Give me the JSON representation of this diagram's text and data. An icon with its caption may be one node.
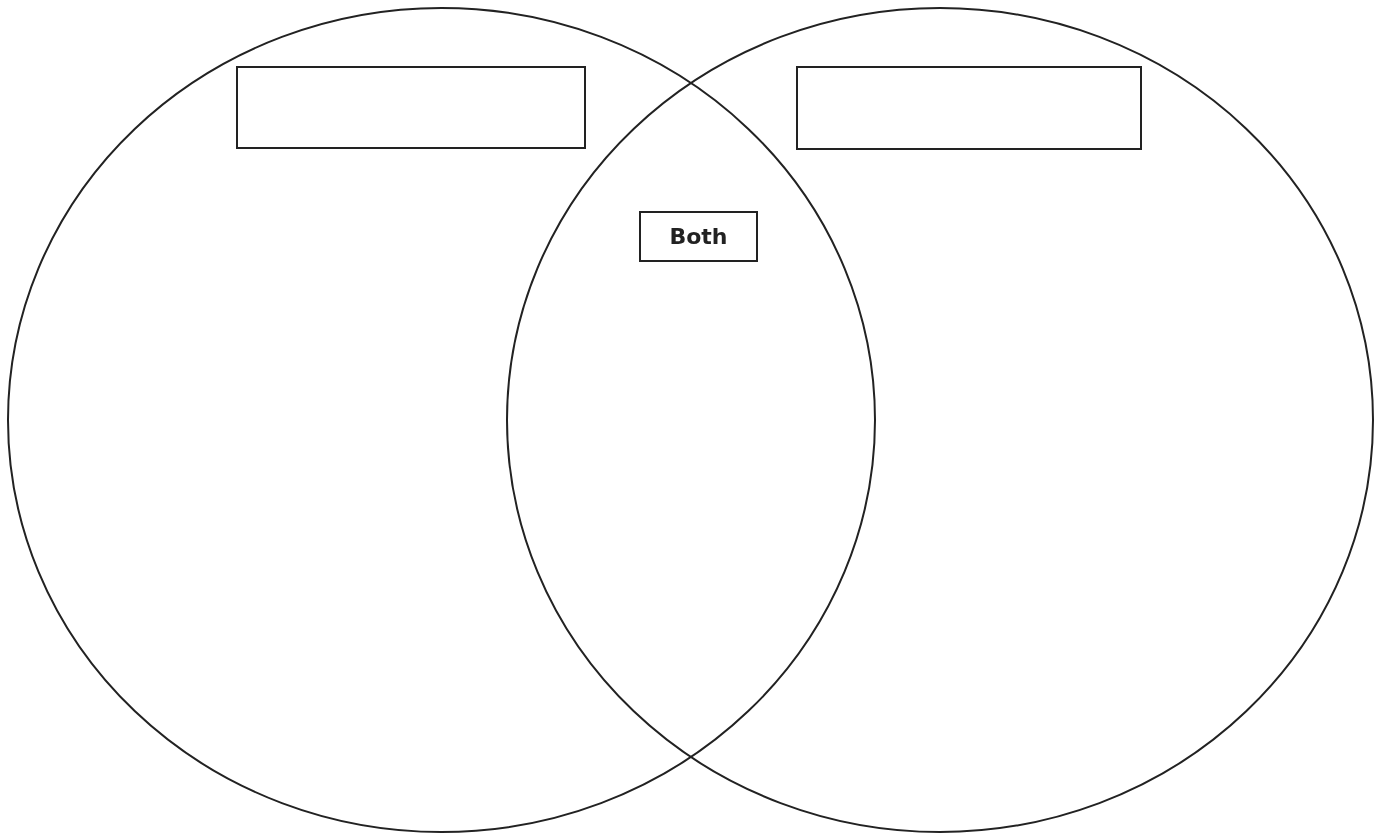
{
  "diagram": {
    "nodes": [
      {
        "text": [],
        "shape": "circle"
      },
      {
        "text": [],
        "shape": "box",
        "in": 0
      },
      {
        "text": [],
        "shape": "circle"
      },
      {
        "text": [],
        "shape": "box",
        "in": 2
      },
      {
        "text": [
          "Both"
        ]
      }
    ]
  }
}
